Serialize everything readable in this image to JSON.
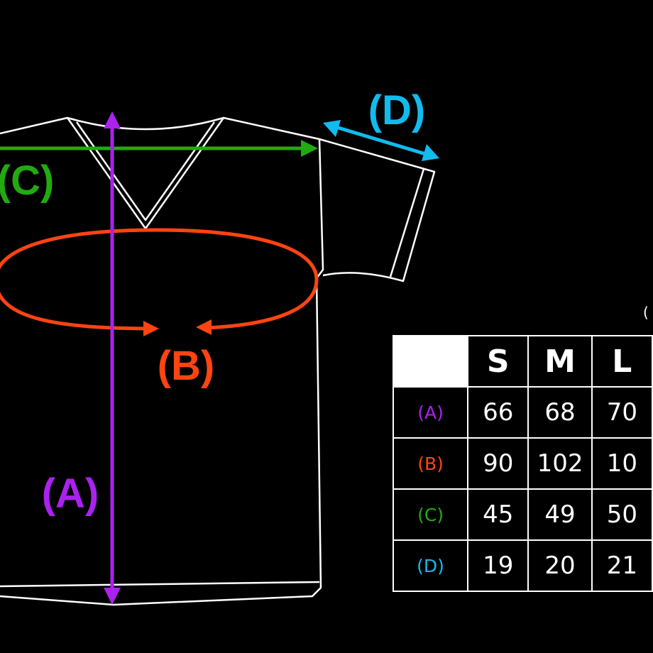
{
  "colors": {
    "length": "#aa22ee",
    "chest": "#ff4411",
    "shoulder": "#22aa11",
    "sleeve": "#11bbee",
    "outline": "#ffffff",
    "background": "#000000"
  },
  "labels": {
    "length": "(A)",
    "chest": "(B)",
    "shoulder": "(C)",
    "sleeve": "(D)"
  },
  "unit_note": "(",
  "table": {
    "headers": [
      "S",
      "M",
      "L"
    ],
    "rows": [
      {
        "label": "(A)",
        "color": "#aa22ee",
        "values": [
          "66",
          "68",
          "70"
        ]
      },
      {
        "label": "(B)",
        "color": "#ff4411",
        "values": [
          "90",
          "102",
          "10"
        ]
      },
      {
        "label": "(C)",
        "color": "#22aa11",
        "values": [
          "45",
          "49",
          "50"
        ]
      },
      {
        "label": "(D)",
        "color": "#11bbee",
        "values": [
          "19",
          "20",
          "21"
        ]
      }
    ]
  }
}
